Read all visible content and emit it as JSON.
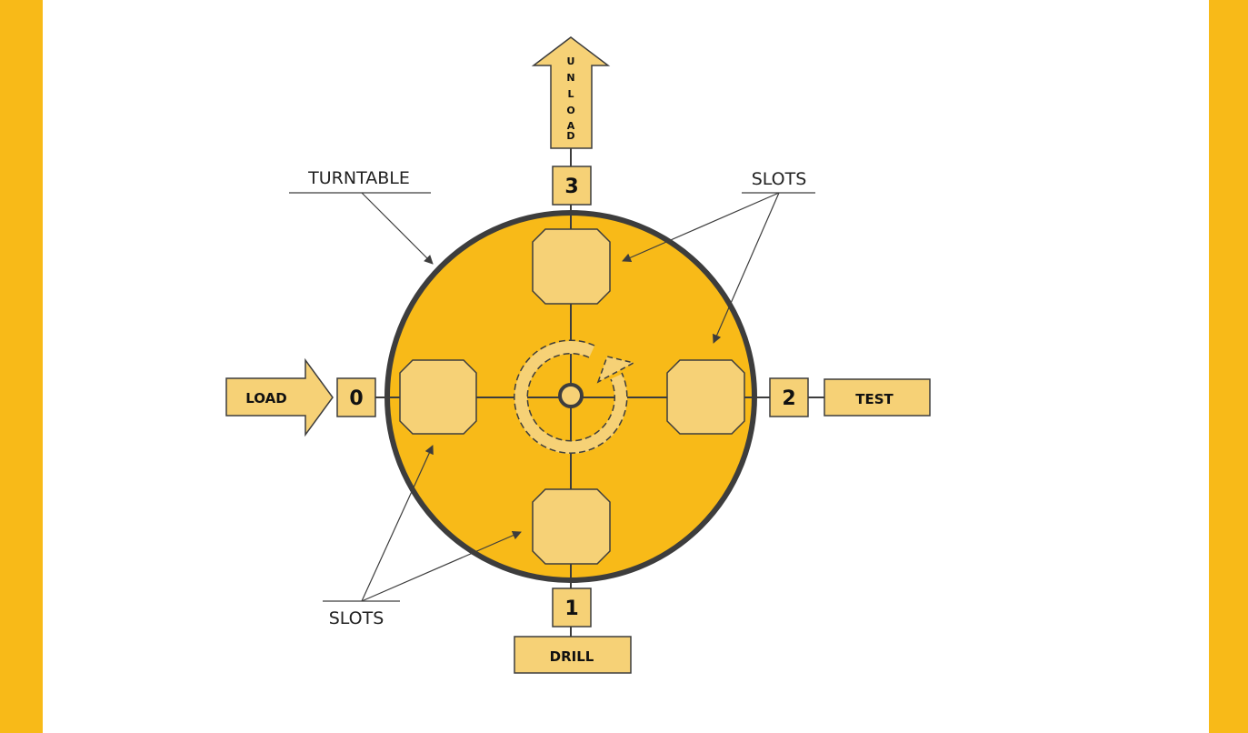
{
  "colors": {
    "side_bars": "#F8BA18",
    "turntable": "#F8BA18",
    "light_fill": "#F6D176",
    "outline": "#3d3d3d"
  },
  "stations": {
    "load": {
      "label": "LOAD",
      "number": "0"
    },
    "drill": {
      "label": "DRILL",
      "number": "1"
    },
    "test": {
      "label": "TEST",
      "number": "2"
    },
    "unload": {
      "label": "UNLOAD",
      "letters": [
        "U",
        "N",
        "L",
        "O",
        "A",
        "D"
      ],
      "number": "3"
    }
  },
  "callouts": {
    "turntable": "TURNTABLE",
    "slots_top": "SLOTS",
    "slots_bottom": "SLOTS"
  },
  "icons": {
    "rotation": "rotate-clockwise-arrow-icon"
  }
}
